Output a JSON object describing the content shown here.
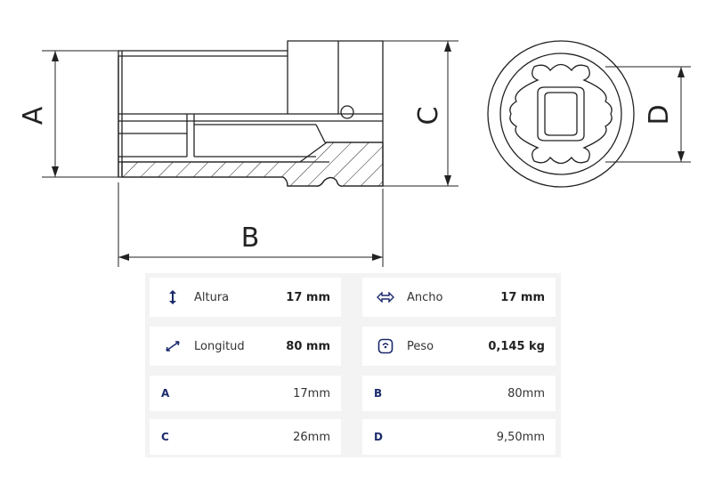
{
  "diagram": {
    "dim_labels": {
      "a": "A",
      "b": "B",
      "c": "C",
      "d": "D"
    }
  },
  "specs": {
    "altura": {
      "label": "Altura",
      "value": "17 mm",
      "icon": "vertical-arrows-icon"
    },
    "ancho": {
      "label": "Ancho",
      "value": "17 mm",
      "icon": "horizontal-arrows-icon"
    },
    "longitud": {
      "label": "Longitud",
      "value": "80 mm",
      "icon": "diagonal-arrows-icon"
    },
    "peso": {
      "label": "Peso",
      "value": "0,145 kg",
      "icon": "weight-icon"
    },
    "a": {
      "key": "A",
      "value": "17mm"
    },
    "b": {
      "key": "B",
      "value": "80mm"
    },
    "c": {
      "key": "C",
      "value": "26mm"
    },
    "d": {
      "key": "D",
      "value": "9,50mm"
    }
  },
  "colors": {
    "accent": "#1b2a6b",
    "panel": "#f3f3f3",
    "line": "#222222"
  }
}
